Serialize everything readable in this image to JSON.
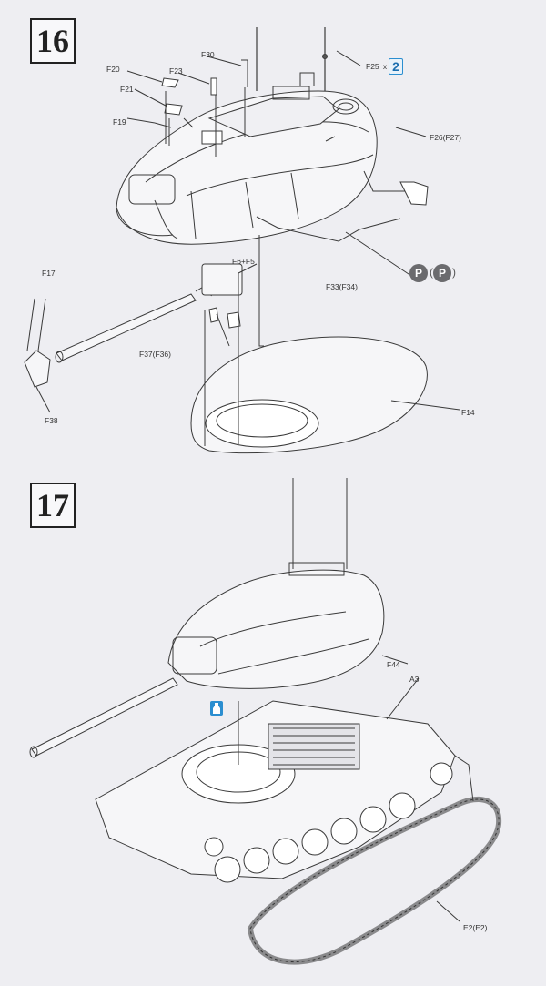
{
  "steps": [
    {
      "number": "16",
      "labels": {
        "f30": "F30",
        "f20": "F20",
        "f23": "F23",
        "f21": "F21",
        "f19": "F19",
        "f25": "F25",
        "f26": "F26(F27)",
        "f17": "F17",
        "f6": "F6+F5",
        "f33": "F33(F34)",
        "f37": "F37(F36)",
        "f38": "F38",
        "f14": "F14"
      },
      "quantity": {
        "prefix": "x",
        "count": "2"
      },
      "option_badges": [
        "P",
        "P"
      ],
      "option_paren_open": "(",
      "option_paren_close": ")"
    },
    {
      "number": "17",
      "labels": {
        "f44": "F44",
        "a3": "A3",
        "e2": "E2(E2)"
      },
      "glue_icon": "cement-bottle-icon"
    }
  ],
  "colors": {
    "accent_blue": "#2b8ed0",
    "badge_gray": "#6b6b6e",
    "line": "#3a3a3a",
    "paper": "#eeeef2"
  }
}
